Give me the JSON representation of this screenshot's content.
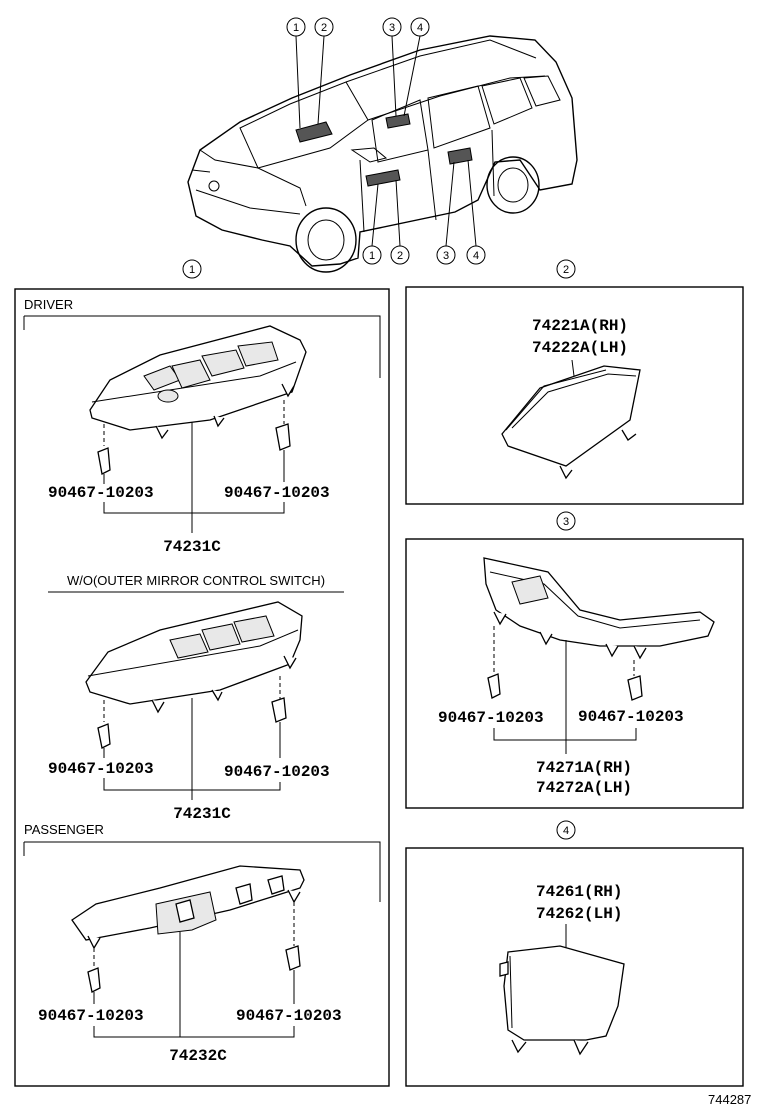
{
  "callouts": [
    "1",
    "2",
    "3",
    "4"
  ],
  "panel1": {
    "driver_label": "DRIVER",
    "wo_label": "W/O(OUTER MIRROR CONTROL SWITCH)",
    "passenger_label": "PASSENGER",
    "clip_part": "90467-10203",
    "driver_switch": "74231C",
    "passenger_switch": "74232C"
  },
  "panel2": {
    "part_rh": "74221A(RH)",
    "part_lh": "74222A(LH)"
  },
  "panel3": {
    "clip_part": "90467-10203",
    "part_rh": "74271A(RH)",
    "part_lh": "74272A(LH)"
  },
  "panel4": {
    "part_rh": "74261(RH)",
    "part_lh": "74262(LH)"
  },
  "diagram_id": "744287"
}
